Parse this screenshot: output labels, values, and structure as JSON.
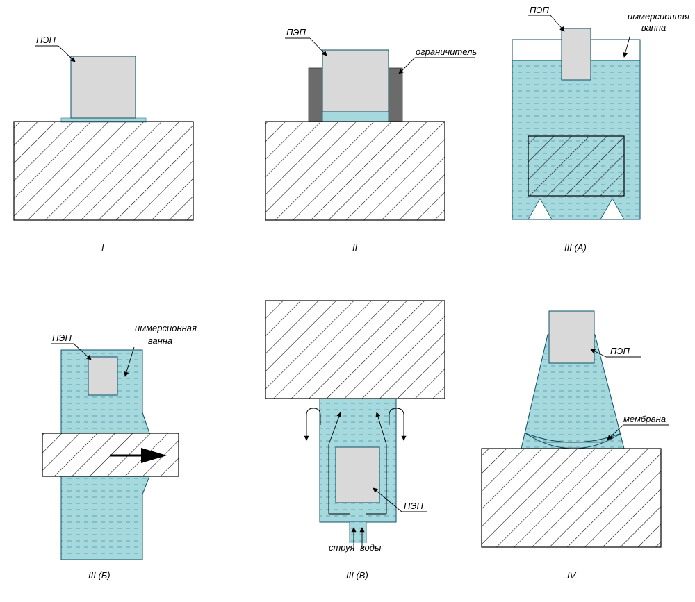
{
  "colors": {
    "water": "#a6d9de",
    "water_dash": "#4f95a5",
    "transducer": "#d9d9d9",
    "limiter": "#6b6b6b",
    "hatch": "#000000",
    "outline": "#0b4e66"
  },
  "labels": {
    "transducer": "ПЭП",
    "limiter": "ограничитель",
    "bath_line1": "иммерсионная",
    "bath_line2": "ванна",
    "jet_word1": "струя",
    "jet_word2": "воды",
    "membrane": "мембрана"
  },
  "captions": {
    "i": "I",
    "ii": "II",
    "iiia": "III (A)",
    "iiib": "III (Б)",
    "iiiv": "III (В)",
    "iv": "IV"
  }
}
